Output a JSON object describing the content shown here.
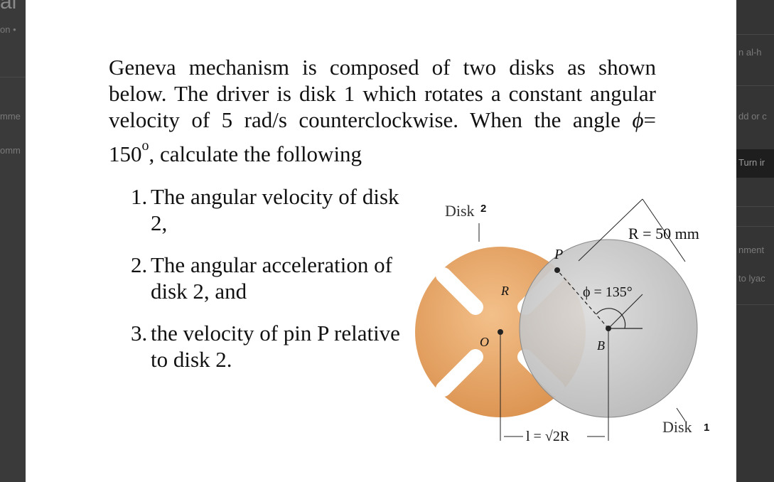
{
  "background_left": {
    "fragments": [
      "al",
      "on •",
      "mme",
      "omm"
    ]
  },
  "background_right": {
    "fragments": [
      "n al-h",
      "dd or c",
      "Turn ir",
      "nment",
      "to lyac"
    ]
  },
  "problem": {
    "intro": "Geneva mechanism is composed of two disks as shown below. The driver is disk 1 which rotates a constant angular velocity of 5 rad/s counterclockwise.  When the angle ",
    "phi_symbol": "ϕ",
    "angle_value": "= 150",
    "degree_mark": "o",
    "tail": ", calculate the following"
  },
  "questions": [
    {
      "num": "1.",
      "text": "The angular velocity of disk 2,"
    },
    {
      "num": "2.",
      "text": "The angular acceleration of disk 2, and"
    },
    {
      "num": "3.",
      "text": " the velocity of pin P relative to disk 2."
    }
  ],
  "figure": {
    "disk2_label": "Disk",
    "disk2_num": "2",
    "disk1_label": "Disk",
    "disk1_num": "1",
    "r_label": "R = 50 mm",
    "phi_label": "ϕ = 135°",
    "p_label": "P",
    "r_small": "R",
    "o_label": "O",
    "b_label": "B",
    "l_label": "l = √2R",
    "colors": {
      "disk2": "#e8a060",
      "disk1": "#c4c4c4"
    }
  }
}
